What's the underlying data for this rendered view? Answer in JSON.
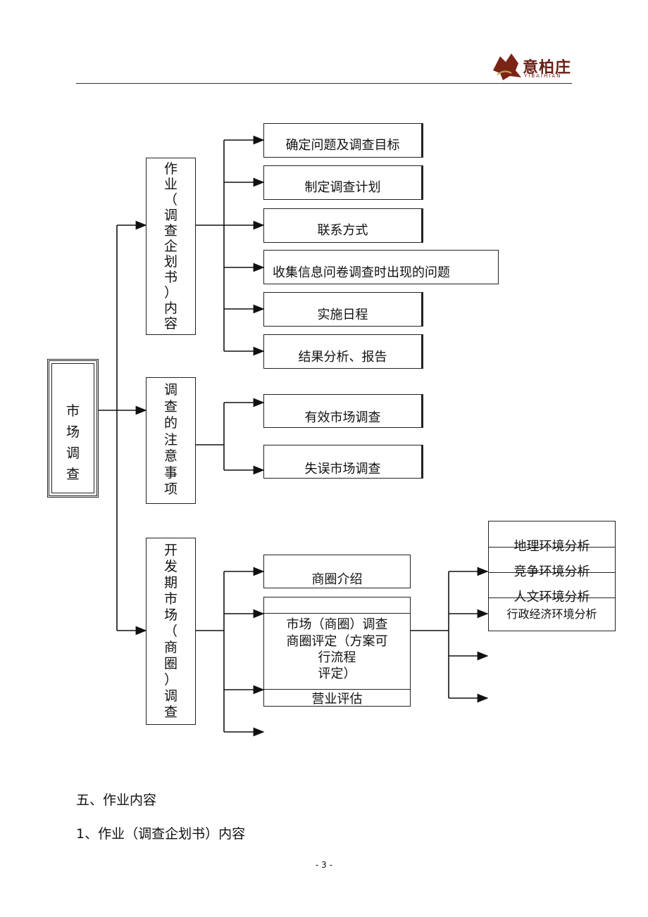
{
  "header": {
    "logo_text": "意柏庄",
    "logo_sub": "YIBAIHIAN"
  },
  "root": {
    "label": "市\n场\n调\n查"
  },
  "branches": [
    {
      "label": "作\n业\n（\n调\n查\n企\n划\n书\n）\n内\n容",
      "items": [
        "确定问题及调查目标",
        "制定调查计划",
        "联系方式",
        "收集信息问卷调查时出现的问题",
        "实施日程",
        "结果分析、报告"
      ]
    },
    {
      "label": "调\n查\n的\n注\n意\n事\n项",
      "items": [
        "有效市场调查",
        "失误市场调查"
      ]
    },
    {
      "label": "开\n发\n期\n市\n场\n（\n商\n圈\n）\n调\n查",
      "items": [
        "商圈介绍",
        "市场（商圈）调查",
        "商圈评定（方案可",
        "行流程",
        "评定）",
        "营业评估"
      ]
    }
  ],
  "sub_analysis": [
    "地理环境分析",
    "竞争环境分析",
    "人文环境分析",
    "行政经济环境分析"
  ],
  "body": {
    "section_title": "五、作业内容",
    "subsection_title": "1、作业（调查企划书）内容",
    "page_number": "- 3 -"
  }
}
